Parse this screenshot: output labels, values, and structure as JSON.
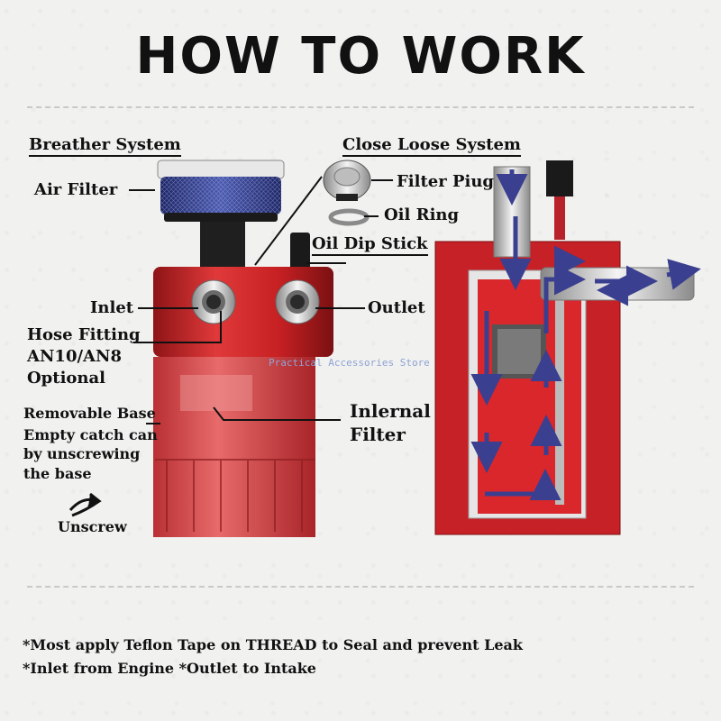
{
  "title": "HOW TO WORK",
  "labels": {
    "breather_system": "Breather System",
    "air_filter": "Air Filter",
    "close_loose_system": "Close Loose System",
    "filter_plug": "Filter Piug",
    "oil_ring": "Oil Ring",
    "oil_dip_stick": "Oil Dip Stick",
    "inlet": "Inlet",
    "outlet": "Outlet",
    "hose_fitting": [
      "Hose Fitting",
      "AN10/AN8",
      "Optional"
    ],
    "removable_base": "Removable Base",
    "removable_base_desc": [
      "Empty catch can",
      "by unscrewing",
      "the base"
    ],
    "unscrew": "Unscrew",
    "internal_filter": [
      "Inlernal",
      "Filter"
    ]
  },
  "watermark": "Practical Accessories Store",
  "footer_notes": [
    "*Most apply Teflon Tape on THREAD to Seal and prevent Leak",
    "*Inlet from Engine  *Outlet to Intake"
  ],
  "colors": {
    "can_red": "#d0282a",
    "can_dark": "#8e1416",
    "filter_blue": "#2d3a8a",
    "arrow_blue": "#3a3f8f"
  }
}
